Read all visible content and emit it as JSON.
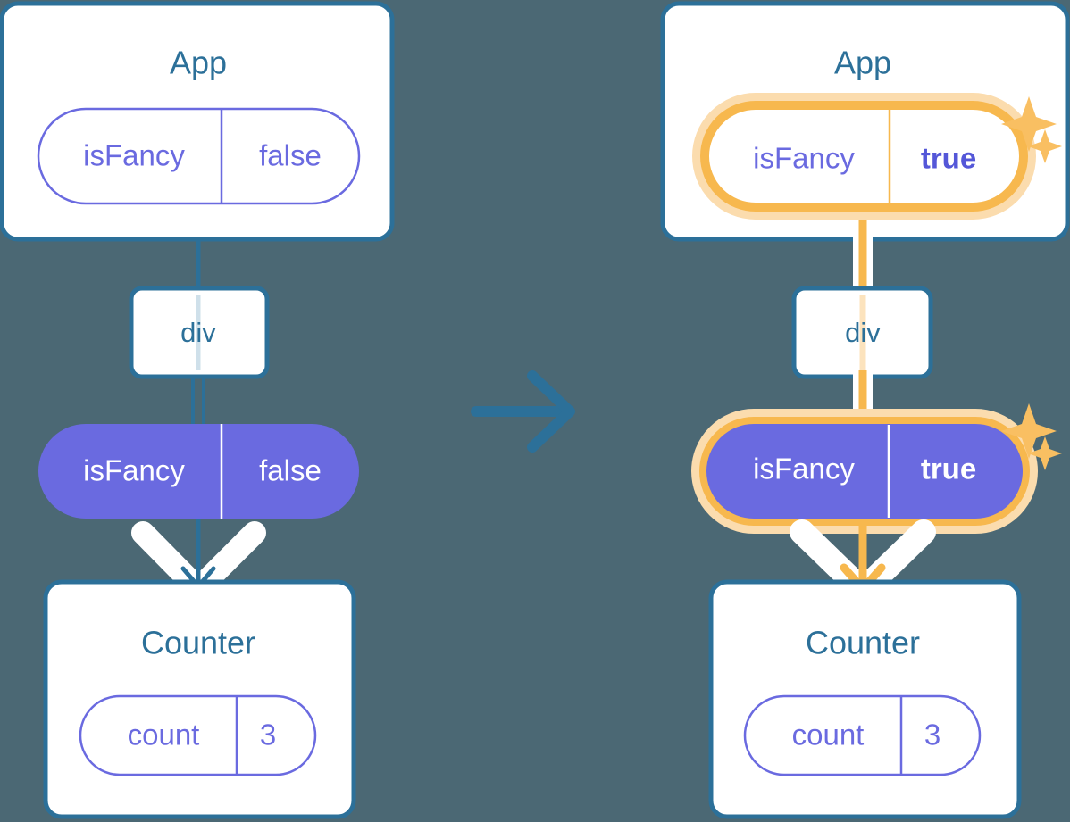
{
  "meta": {
    "background_color": "#4b6874",
    "box_border_color": "#2c7099",
    "box_fill_color": "#ffffff",
    "pill_purple_fill": "#6a6ae0",
    "pill_outline_color": "#6a6ae0",
    "highlight_color": "#f7b84e",
    "highlight_glow_color": "#fbdcae",
    "text_blue": "#2c7099",
    "text_purple": "#6a6ae0",
    "wire_white": "#ffffff"
  },
  "panels": [
    {
      "id": "before",
      "app": {
        "title": "App",
        "state_pill": {
          "name": "isFancy",
          "value": "false",
          "highlighted": false,
          "style": "outline"
        }
      },
      "div": {
        "label": "div"
      },
      "prop_pill": {
        "name": "isFancy",
        "value": "false",
        "highlighted": false,
        "style": "filled"
      },
      "counter": {
        "title": "Counter",
        "state_pill": {
          "name": "count",
          "value": "3",
          "highlighted": false,
          "style": "outline"
        }
      },
      "sparkles": []
    },
    {
      "id": "after",
      "app": {
        "title": "App",
        "state_pill": {
          "name": "isFancy",
          "value": "true",
          "highlighted": true,
          "style": "outline"
        }
      },
      "div": {
        "label": "div"
      },
      "prop_pill": {
        "name": "isFancy",
        "value": "true",
        "highlighted": true,
        "style": "filled"
      },
      "counter": {
        "title": "Counter",
        "state_pill": {
          "name": "count",
          "value": "3",
          "highlighted": false,
          "style": "outline"
        }
      },
      "sparkles": [
        {
          "group": "app-pill",
          "count": 2
        },
        {
          "group": "prop-pill",
          "count": 2
        }
      ]
    }
  ],
  "transition": {
    "icon": "right-arrow-icon",
    "color": "#2c7099",
    "direction": "right"
  }
}
